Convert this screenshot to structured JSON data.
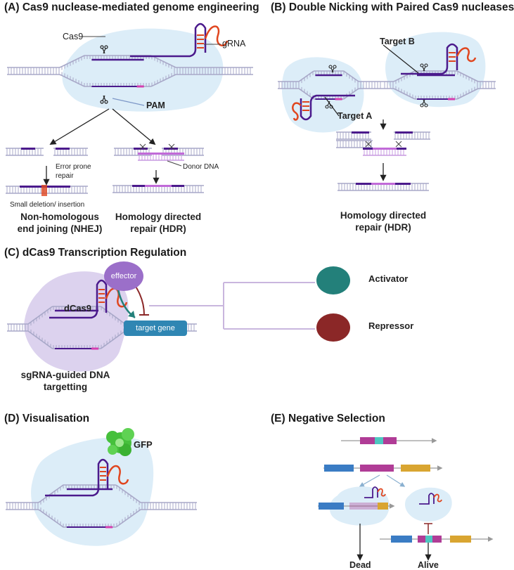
{
  "panel_a": {
    "title": "(A) Cas9 nuclease-mediated genome engineering",
    "label_cas9": "Cas9",
    "label_grna": "gRNA",
    "label_pam": "PAM",
    "label_error_prone": "Error prone",
    "label_repair": "repair",
    "label_small_deletion": "Small deletion/ insertion",
    "label_donor_dna": "Donor DNA",
    "caption_nhej_line1": "Non-homologous",
    "caption_nhej_line2": "end joining (NHEJ)",
    "caption_hdr_line1": "Homology directed",
    "caption_hdr_line2": "repair (HDR)"
  },
  "panel_b": {
    "title": "(B) Double Nicking with Paired Cas9 nucleases",
    "label_target_a": "Target A",
    "label_target_b": "Target B",
    "caption_line1": "Homology directed",
    "caption_line2": "repair (HDR)"
  },
  "panel_c": {
    "title": "(C) dCas9 Transcription Regulation",
    "label_effector": "effector",
    "label_dcas9": "dCas9",
    "label_target_gene": "target gene",
    "label_activator": "Activator",
    "label_repressor": "Repressor",
    "caption_line1": "sgRNA-guided DNA",
    "caption_line2": "targetting"
  },
  "panel_d": {
    "title": "(D) Visualisation",
    "label_gfp": "GFP"
  },
  "panel_e": {
    "title": "(E) Negative Selection",
    "label_dead": "Dead",
    "label_alive": "Alive"
  },
  "colors": {
    "blob": "#dcedf8",
    "dna_strand": "#a8a8c8",
    "dna_target": "#4b1a8c",
    "grna": "#e0461f",
    "pam": "#d63fb0",
    "effector": "#9b6fc9",
    "activator": "#23807a",
    "repressor": "#8b2727",
    "target_gene": "#2f86b3",
    "gfp": "#46c03c",
    "gene_blue": "#3a7cc4",
    "gene_magenta": "#b03c96",
    "gene_teal": "#4ec7c0",
    "gene_gold": "#d9a531"
  }
}
